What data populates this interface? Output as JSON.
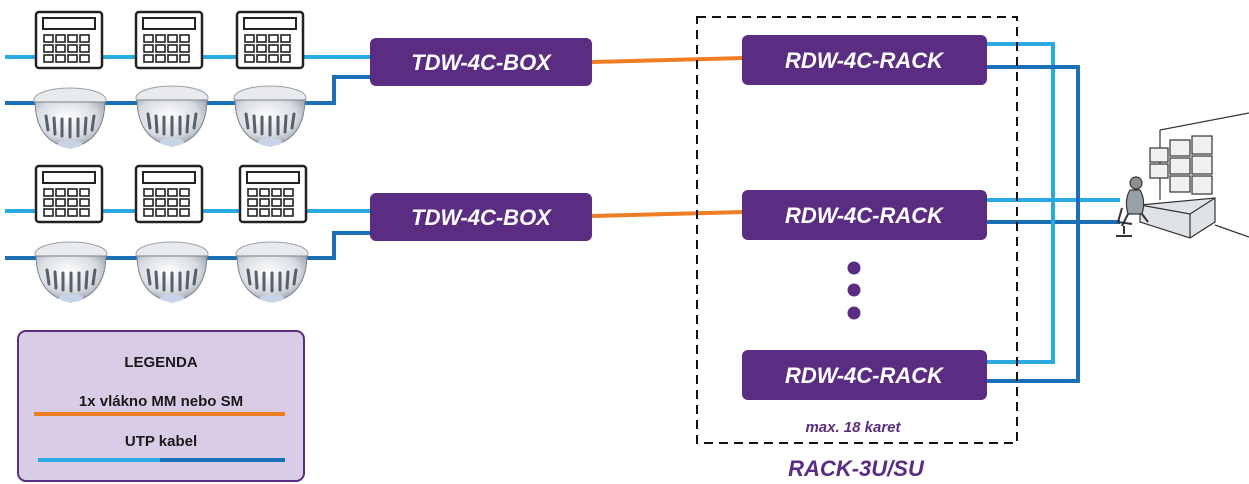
{
  "colors": {
    "module_fill": "#5b2d82",
    "fiber": "#ef7d24",
    "utp_light": "#29abe2",
    "utp_dark": "#1b6fb5",
    "legend_fill": "#d9cce6",
    "legend_border": "#5b2d82"
  },
  "transmitters": [
    {
      "label": "TDW-4C-BOX"
    },
    {
      "label": "TDW-4C-BOX"
    }
  ],
  "receivers": [
    {
      "label": "RDW-4C-RACK"
    },
    {
      "label": "RDW-4C-RACK"
    },
    {
      "label": "RDW-4C-RACK"
    }
  ],
  "rack": {
    "note": "max. 18 karet",
    "name": "RACK-3U/SU"
  },
  "legend": {
    "title": "LEGENDA",
    "items": [
      {
        "label": "1x vlákno MM nebo SM",
        "line": "fiber"
      },
      {
        "label": "UTP kabel",
        "line": "utp"
      }
    ]
  },
  "icons": {
    "keypad": "keypad-icon",
    "detector": "smoke-detector-icon",
    "operator": "operator-workstation-icon"
  }
}
